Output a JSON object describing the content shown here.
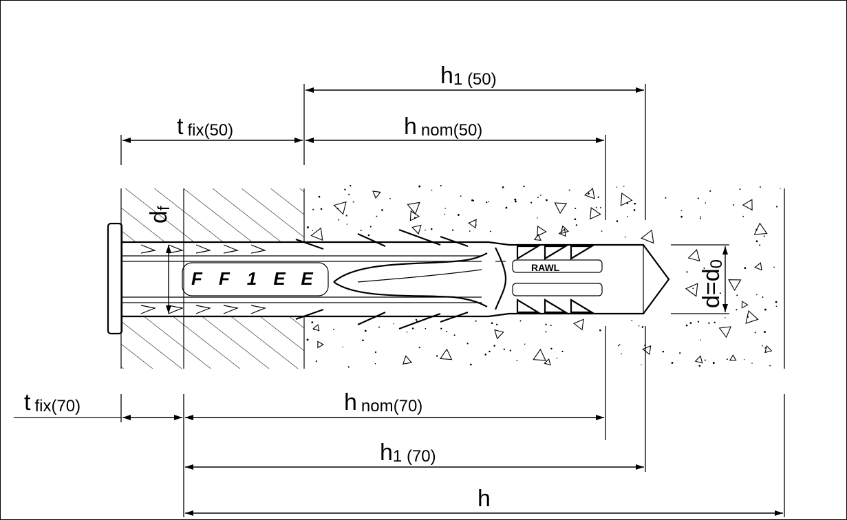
{
  "labels": {
    "h1_50_main": "h",
    "h1_50_sub": "1 (50)",
    "tfix50_main": "t",
    "tfix50_sub": "fix(50)",
    "hnom50_main": "h",
    "hnom50_sub": "nom(50)",
    "df_main": "d",
    "df_sub": "f",
    "d_d0_main": "d=d",
    "d_d0_sub": "0",
    "tfix70_main": "t",
    "tfix70_sub": "fix(70)",
    "hnom70_main": "h",
    "hnom70_sub": "nom(70)",
    "h1_70_main": "h",
    "h1_70_sub": "1 (70)",
    "h_main": "h",
    "brand": "RAWL",
    "sleeve_marks": [
      "F",
      "F",
      "1",
      "E",
      "E"
    ]
  }
}
